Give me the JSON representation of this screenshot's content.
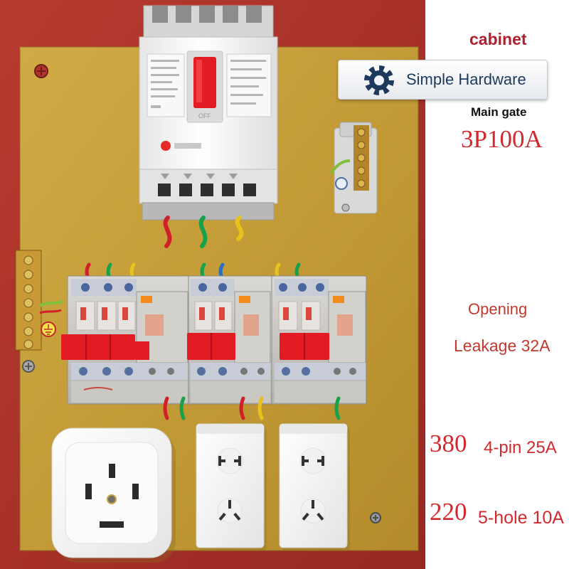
{
  "annotations": {
    "cabinet": "cabinet",
    "main_gate": "Main gate",
    "main_gate_rating": "3P100A",
    "opening": "Opening",
    "leakage_rating": "Leakage 32A",
    "socket_380_voltage": "380",
    "socket_380_rating": "4-pin 25A",
    "socket_220_voltage": "220",
    "socket_220_rating": "5-hole 10A"
  },
  "badge": {
    "label": "Simple Hardware",
    "icon": "gear-icon"
  },
  "main_breaker": {
    "switch_text": "OFF"
  },
  "colors": {
    "annotation_red": "#d02a2e",
    "cabinet_red": "#a9302a",
    "board_gold": "#c8a23c",
    "breaker_red": "#e31b23",
    "badge_navy": "#1d3a5c"
  }
}
